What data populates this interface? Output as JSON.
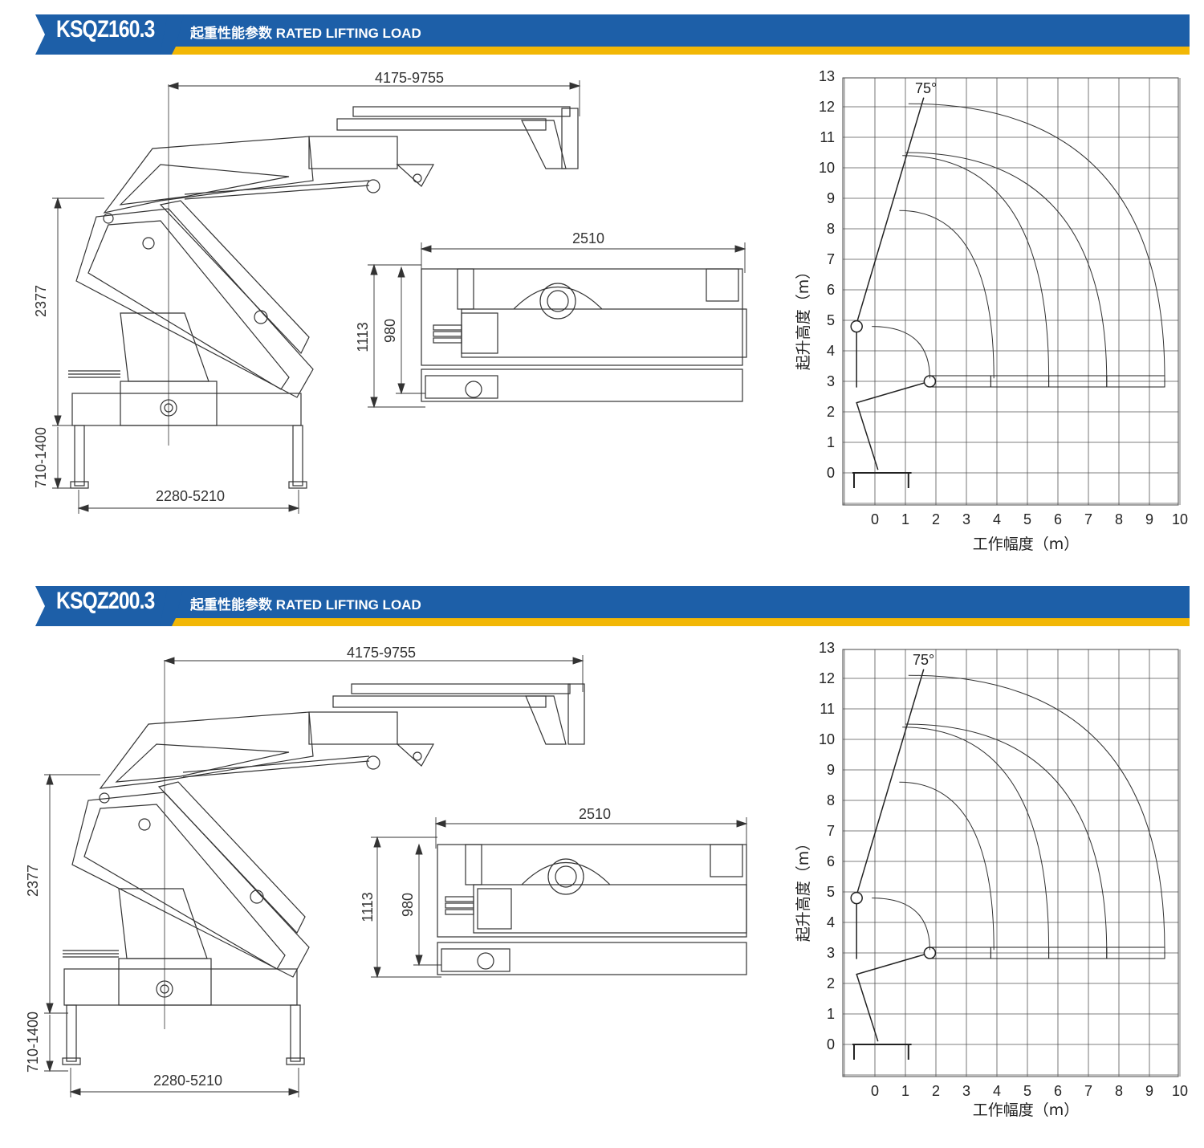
{
  "sections": [
    {
      "model": "KSQZ160.3",
      "subtitle": "起重性能参数 RATED LIFTING LOAD",
      "dimensions": {
        "boom_reach": "4175-9755",
        "height": "2377",
        "leg_extension": "710-1400",
        "outrigger_span": "2280-5210",
        "top_width": "2510",
        "top_height_outer": "1113",
        "top_height_inner": "980"
      },
      "chart": {
        "x_ticks": [
          "0",
          "1",
          "2",
          "3",
          "4",
          "5",
          "6",
          "7",
          "8",
          "9",
          "10"
        ],
        "y_ticks": [
          "0",
          "1",
          "2",
          "3",
          "4",
          "5",
          "6",
          "7",
          "8",
          "9",
          "10",
          "11",
          "12",
          "13"
        ],
        "x_label": "工作幅度（m）",
        "y_label": "起升高度（m）",
        "angle_label": "75°"
      }
    },
    {
      "model": "KSQZ200.3",
      "subtitle": "起重性能参数 RATED LIFTING LOAD",
      "dimensions": {
        "boom_reach": "4175-9755",
        "height": "2377",
        "leg_extension": "710-1400",
        "outrigger_span": "2280-5210",
        "top_width": "2510",
        "top_height_outer": "1113",
        "top_height_inner": "980"
      },
      "chart": {
        "x_ticks": [
          "0",
          "1",
          "2",
          "3",
          "4",
          "5",
          "6",
          "7",
          "8",
          "9",
          "10"
        ],
        "y_ticks": [
          "0",
          "1",
          "2",
          "3",
          "4",
          "5",
          "6",
          "7",
          "8",
          "9",
          "10",
          "11",
          "12",
          "13"
        ],
        "x_label": "工作幅度（m）",
        "y_label": "起升高度（m）",
        "angle_label": "75°"
      }
    }
  ],
  "colors": {
    "banner_blue": "#1d5fa8",
    "banner_yellow": "#f2b705",
    "line": "#333333",
    "grid": "#555555"
  }
}
